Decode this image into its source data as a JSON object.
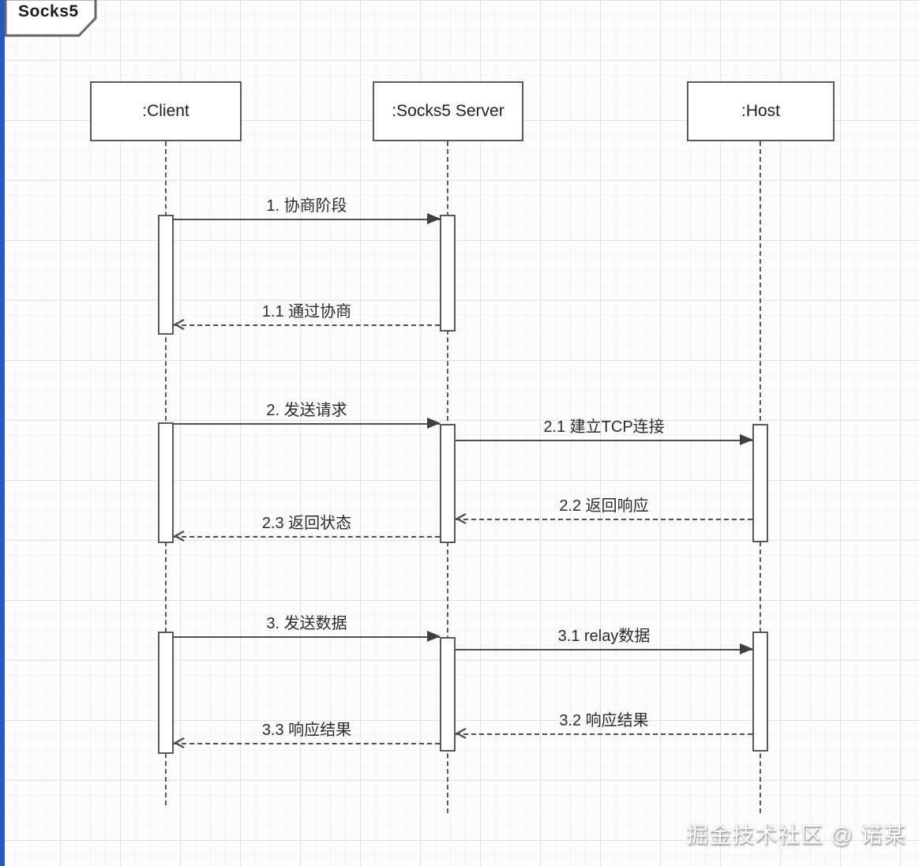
{
  "frame": {
    "title": "Socks5"
  },
  "actors": [
    {
      "id": "client",
      "label": ":Client"
    },
    {
      "id": "socks5-server",
      "label": ":Socks5 Server"
    },
    {
      "id": "host",
      "label": ":Host"
    }
  ],
  "messages": [
    {
      "seq": "1",
      "label": "1. 协商阶段",
      "from": "client",
      "to": "socks5-server",
      "line": "solid",
      "arrow": "filled"
    },
    {
      "seq": "1.1",
      "label": "1.1 通过协商",
      "from": "socks5-server",
      "to": "client",
      "line": "dashed",
      "arrow": "open"
    },
    {
      "seq": "2",
      "label": "2. 发送请求",
      "from": "client",
      "to": "socks5-server",
      "line": "solid",
      "arrow": "filled"
    },
    {
      "seq": "2.1",
      "label": "2.1 建立TCP连接",
      "from": "socks5-server",
      "to": "host",
      "line": "solid",
      "arrow": "filled"
    },
    {
      "seq": "2.2",
      "label": "2.2 返回响应",
      "from": "host",
      "to": "socks5-server",
      "line": "dashed",
      "arrow": "open"
    },
    {
      "seq": "2.3",
      "label": "2.3 返回状态",
      "from": "socks5-server",
      "to": "client",
      "line": "dashed",
      "arrow": "open"
    },
    {
      "seq": "3",
      "label": "3. 发送数据",
      "from": "client",
      "to": "socks5-server",
      "line": "solid",
      "arrow": "filled"
    },
    {
      "seq": "3.1",
      "label": "3.1 relay数据",
      "from": "socks5-server",
      "to": "host",
      "line": "solid",
      "arrow": "filled"
    },
    {
      "seq": "3.2",
      "label": "3.2 响应结果",
      "from": "host",
      "to": "socks5-server",
      "line": "dashed",
      "arrow": "open"
    },
    {
      "seq": "3.3",
      "label": "3.3 响应结果",
      "from": "socks5-server",
      "to": "client",
      "line": "dashed",
      "arrow": "open"
    }
  ],
  "watermark": "掘金技术社区 @ 诺某",
  "colors": {
    "accent_bar": "#2a58b8",
    "shape_stroke": "#595959",
    "message_line": "#4f4f4f",
    "background": "#fcfcfc"
  }
}
